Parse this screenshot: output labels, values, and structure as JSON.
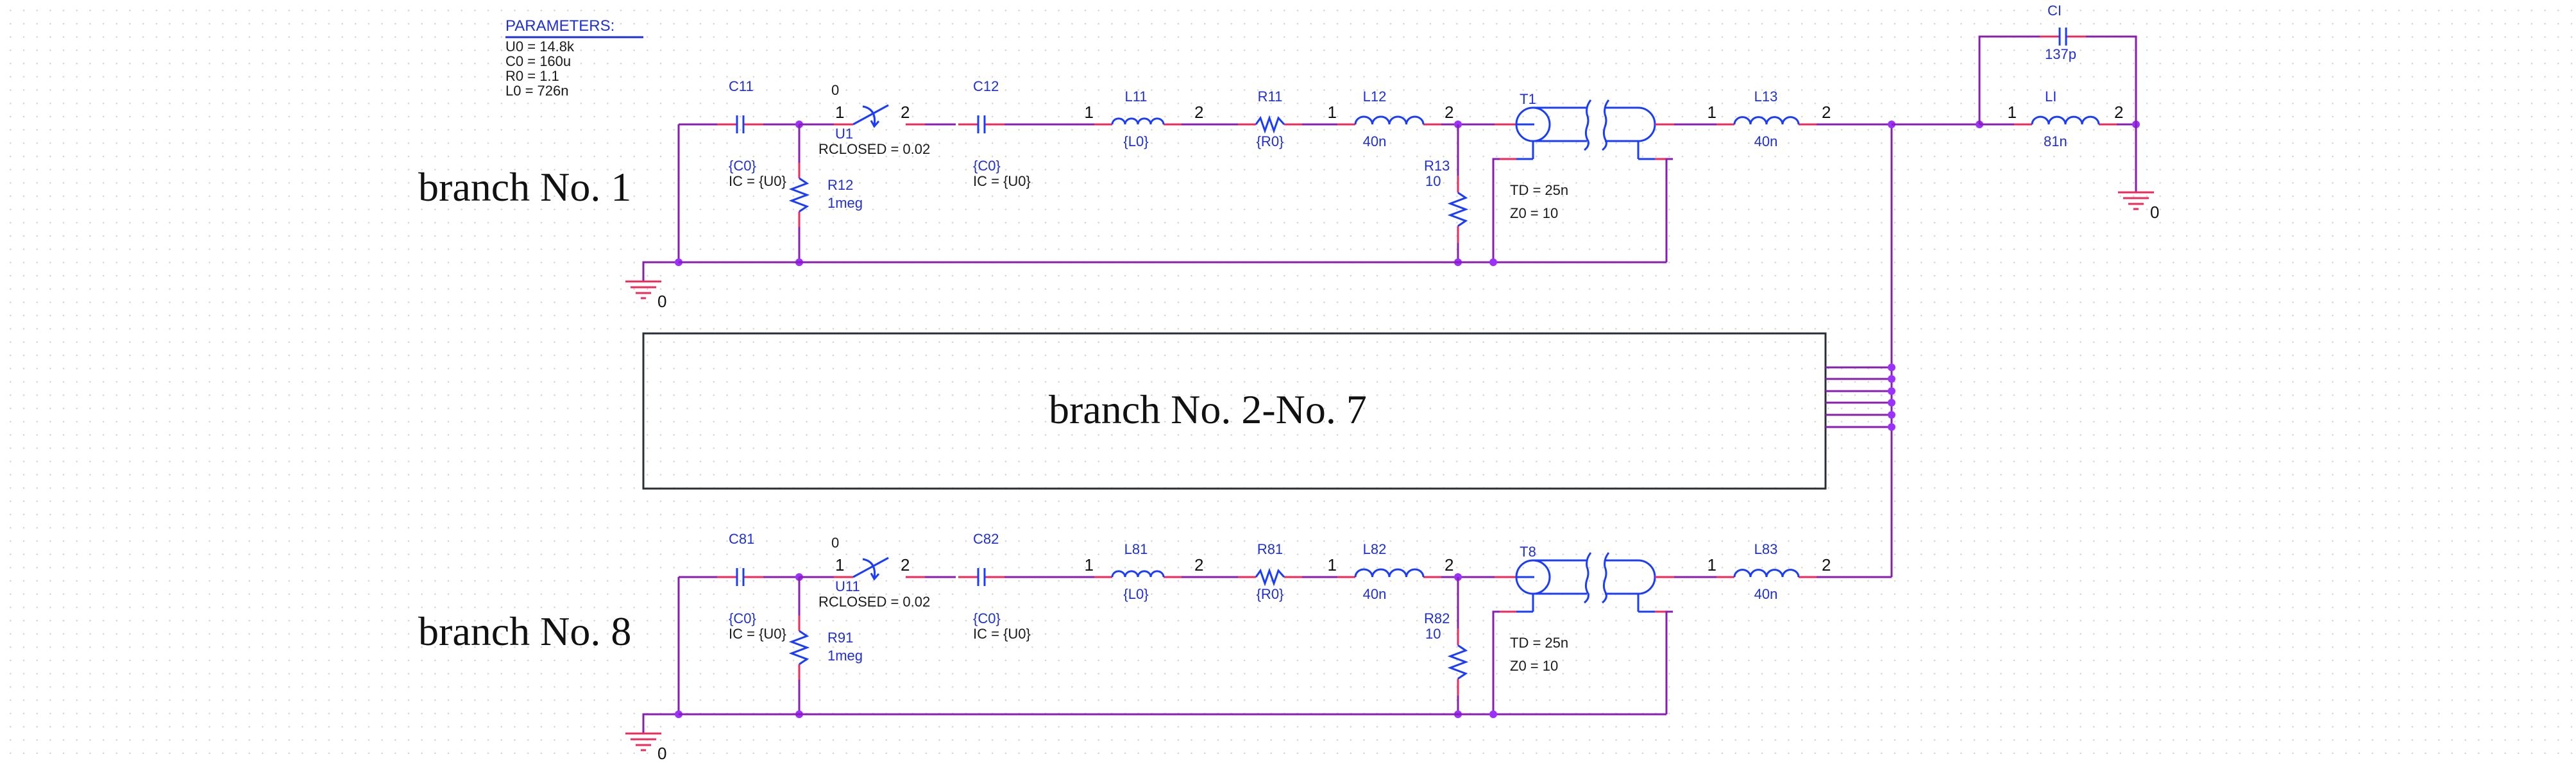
{
  "parameters": {
    "title": "PARAMETERS:",
    "items": [
      "U0 = 14.8k",
      "C0 = 160u",
      "R0 = 1.1",
      "L0 = 726n"
    ]
  },
  "labels": {
    "branch1": "branch No. 1",
    "branch27": "branch No. 2-No. 7",
    "branch8": "branch No. 8"
  },
  "branches": [
    {
      "c1": {
        "ref": "C11",
        "value": "{C0}",
        "ic": "IC = {U0}"
      },
      "switch": {
        "ref": "U1",
        "time": "0",
        "param": "RCLOSED = 0.02",
        "pin1": "1",
        "pin2": "2"
      },
      "rshunt": {
        "ref": "R12",
        "value": "1meg"
      },
      "c2": {
        "ref": "C12",
        "value": "{C0}",
        "ic": "IC = {U0}"
      },
      "l1": {
        "ref": "L11",
        "value": "{L0}",
        "pin1": "1",
        "pin2": "2"
      },
      "r1": {
        "ref": "R11",
        "value": "{R0}"
      },
      "l2": {
        "ref": "L12",
        "value": "40n",
        "pin1": "1",
        "pin2": "2"
      },
      "rt": {
        "ref": "R13",
        "value": "10"
      },
      "tline": {
        "ref": "T1",
        "td": "TD = 25n",
        "z0": "Z0 = 10"
      },
      "l3": {
        "ref": "L13",
        "value": "40n",
        "pin1": "1",
        "pin2": "2"
      },
      "ground": "0"
    },
    {
      "c1": {
        "ref": "C81",
        "value": "{C0}",
        "ic": "IC = {U0}"
      },
      "switch": {
        "ref": "U11",
        "time": "0",
        "param": "RCLOSED = 0.02",
        "pin1": "1",
        "pin2": "2"
      },
      "rshunt": {
        "ref": "R91",
        "value": "1meg"
      },
      "c2": {
        "ref": "C82",
        "value": "{C0}",
        "ic": "IC = {U0}"
      },
      "l1": {
        "ref": "L81",
        "value": "{L0}",
        "pin1": "1",
        "pin2": "2"
      },
      "r1": {
        "ref": "R81",
        "value": "{R0}"
      },
      "l2": {
        "ref": "L82",
        "value": "40n",
        "pin1": "1",
        "pin2": "2"
      },
      "rt": {
        "ref": "R82",
        "value": "10"
      },
      "tline": {
        "ref": "T8",
        "td": "TD = 25n",
        "z0": "Z0 = 10"
      },
      "l3": {
        "ref": "L83",
        "value": "40n",
        "pin1": "1",
        "pin2": "2"
      },
      "ground": "0"
    }
  ],
  "load": {
    "cap": {
      "ref": "CI",
      "value": "137p"
    },
    "ind": {
      "ref": "LI",
      "value": "81n",
      "pin1": "1",
      "pin2": "2"
    },
    "ground": "0"
  },
  "colors": {
    "wire": "#8a1bb3",
    "pin": "#f0285a",
    "symbol": "#1a3cff",
    "junction": "#9b30ff"
  }
}
